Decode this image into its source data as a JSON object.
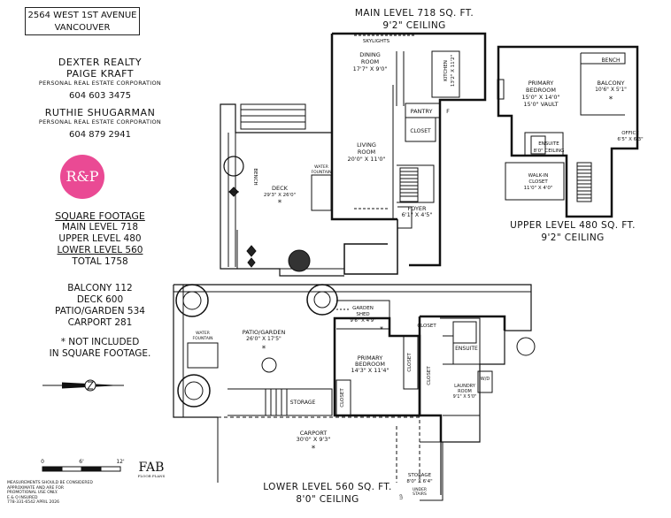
{
  "address": {
    "line1": "2564 WEST 1st AVENUE",
    "line2": "VANCOUVER"
  },
  "agents": {
    "company": "DEXTER REALTY",
    "agent1": "PAIGE KRAFT",
    "agent1_corp": "PERSONAL REAL ESTATE CORPORATION",
    "agent1_phone": "604 603 3475",
    "agent2": "RUTHIE SHUGARMAN",
    "agent2_corp": "PERSONAL REAL ESTATE CORPORATION",
    "agent2_phone": "604 879 2941",
    "logo_text": "R&P"
  },
  "square_footage": {
    "heading": "SQUARE FOOTAGE",
    "main": "MAIN LEVEL 718",
    "upper": "UPPER LEVEL 480",
    "lower": "LOWER LEVEL 560",
    "total": "TOTAL 1758"
  },
  "excluded": {
    "balcony": "BALCONY 112",
    "deck": "DECK 600",
    "patio": "PATIO/GARDEN 534",
    "carport": "CARPORT 281",
    "note1": "* NOT INCLUDED",
    "note2": "IN SQUARE FOOTAGE."
  },
  "levels": {
    "main_title": "MAIN LEVEL 718 SQ. FT.",
    "main_ceiling": "9'2\" CEILING",
    "upper_title": "UPPER LEVEL 480 SQ. FT.",
    "upper_ceiling": "9'2\" CEILING",
    "lower_title": "LOWER LEVEL 560 SQ. FT.",
    "lower_ceiling": "8'0\" CEILING"
  },
  "rooms": {
    "skylights": "SKYLIGHTS",
    "dining_name": "DINING",
    "dining_name2": "ROOM",
    "dining_dim": "17'7\" X 9'0\"",
    "kitchen_name": "KITCHEN",
    "kitchen_dim": "13'2\" X 11'2\"",
    "pantry": "PANTRY",
    "fridge": "F",
    "closet_main": "CLOSET",
    "living_name": "LIVING",
    "living_name2": "ROOM",
    "living_dim": "20'0\" X 11'0\"",
    "water_fountain": "WATER",
    "water_fountain2": "FOUNTAIN",
    "deck_name": "DECK",
    "deck_dim": "29'3\" X 26'0\"",
    "bench": "BENCH",
    "foyer_name": "FOYER",
    "foyer_dim": "6'1\" X 4'5\"",
    "up_primary_name": "PRIMARY",
    "up_primary_name2": "BEDROOM",
    "up_primary_dim": "15'0\" X 14'0\"",
    "up_primary_vault": "15'0\" VAULT",
    "balcony_name": "BALCONY",
    "balcony_dim": "10'6\" X 5'1\"",
    "up_bench": "BENCH",
    "office_name": "OFFICE",
    "office_dim": "6'5\" X 6'3\"",
    "ensuite_up": "ENSUITE",
    "ensuite_up_ceiling": "8'0\" CEILING",
    "walkin_name": "WALK-IN",
    "walkin_name2": "CLOSET",
    "walkin_dim": "11'0\" X 4'0\"",
    "patio_name": "PATIO/GARDEN",
    "patio_dim": "26'0\" X 17'5\"",
    "water_fountain_low": "WATER",
    "water_fountain_low2": "FOUNTAIN",
    "shed_name": "GARDEN",
    "shed_name2": "SHED",
    "shed_dim": "9'6\" X 4'9\"",
    "closet_low1": "CLOSET",
    "low_primary_name": "PRIMARY",
    "low_primary_name2": "BEDROOM",
    "low_primary_dim": "14'3\" X 11'4\"",
    "closet_low2": "CLOSET",
    "closet_low3": "CLOSET",
    "closet_low4": "CLOSET",
    "ensuite_low": "ENSUITE",
    "laundry_name": "LAUNDRY",
    "laundry_name2": "ROOM",
    "laundry_dim": "9'1\" X 5'0\"",
    "wd": "W/D",
    "storage_low": "STORAGE",
    "carport_name": "CARPORT",
    "carport_dim": "30'0\" X 9'3\"",
    "storage2_name": "STORAGE",
    "storage2_dim": "8'0\" X 6'4\"",
    "under_stairs": "UNDER",
    "under_stairs2": "STAIRS",
    "up_label": "UP"
  },
  "scale": {
    "s0": "0",
    "s6": "6'",
    "s12": "12'"
  },
  "disclaimer": {
    "l1": "MEASUREMENTS SHOULD BE CONSIDERED",
    "l2": "APPROXIMATE AND ARE FOR",
    "l3": "PROMOTIONAL USE ONLY.",
    "l4": "E & O Insured",
    "l5": "778-331-6542  APRIL 2026"
  },
  "brand": {
    "name": "FAB",
    "sub": "FLOOR PLANS"
  },
  "colors": {
    "logo": "#ea4a94",
    "line": "#111111"
  }
}
